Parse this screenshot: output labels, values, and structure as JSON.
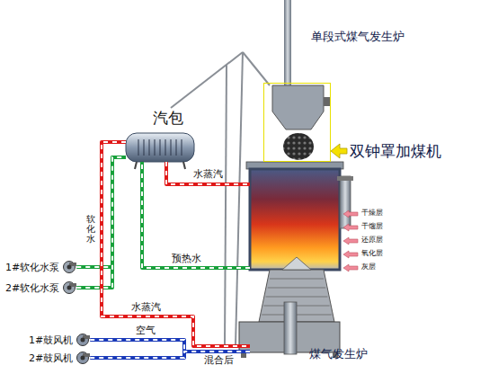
{
  "diagram": {
    "nodes": [
      {
        "text": [
          "汽包"
        ]
      },
      {
        "text": [
          "双钟罩加煤机"
        ]
      },
      {
        "text": [
          "煤气发生炉"
        ]
      },
      {
        "text": [
          "1#软化水泵"
        ]
      },
      {
        "text": [
          "2#软化水泵"
        ]
      },
      {
        "text": [
          "1#鼓风机"
        ]
      },
      {
        "text": [
          "2#鼓风机"
        ]
      }
    ],
    "edges": [
      {
        "from": 3,
        "to": 0,
        "label": "软化水",
        "arrow": "none"
      },
      {
        "from": 4,
        "to": 0,
        "arrow": "none"
      },
      {
        "from": 0,
        "to": 2,
        "label": "水蒸汽",
        "arrow": "none"
      },
      {
        "from": 2,
        "to": 0,
        "label": "预热水",
        "arrow": "none"
      },
      {
        "from": 0,
        "to": 2,
        "label": "水蒸汽",
        "arrow": "none"
      },
      {
        "from": 5,
        "to": 2,
        "label": "空气",
        "arrow": "none"
      },
      {
        "from": 6,
        "to": 2,
        "arrow": "none"
      }
    ],
    "labels": [
      "单段式煤气发生炉",
      "干燥层",
      "干馏层",
      "还原层",
      "氧化层",
      "灰层",
      "混合后"
    ]
  }
}
